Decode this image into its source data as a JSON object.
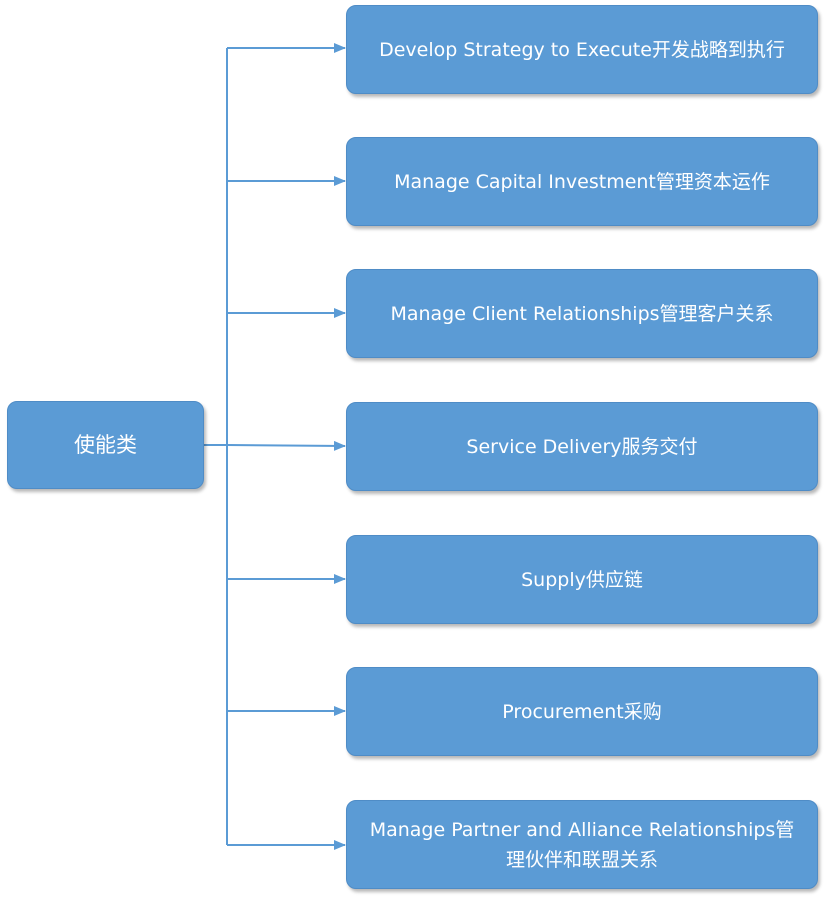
{
  "root": {
    "label": "使能类"
  },
  "children": [
    {
      "label": "Develop Strategy to Execute开发战略到执行"
    },
    {
      "label": "Manage Capital Investment管理资本运作"
    },
    {
      "label": "Manage Client Relationships管理客户关系"
    },
    {
      "label": "Service Delivery服务交付"
    },
    {
      "label": "Supply供应链"
    },
    {
      "label": "Procurement采购"
    },
    {
      "label": "Manage Partner and Alliance Relationships管理伙伴和联盟关系"
    }
  ],
  "colors": {
    "node_fill": "#5b9bd5",
    "connector": "#5b9bd5",
    "text": "#ffffff"
  }
}
